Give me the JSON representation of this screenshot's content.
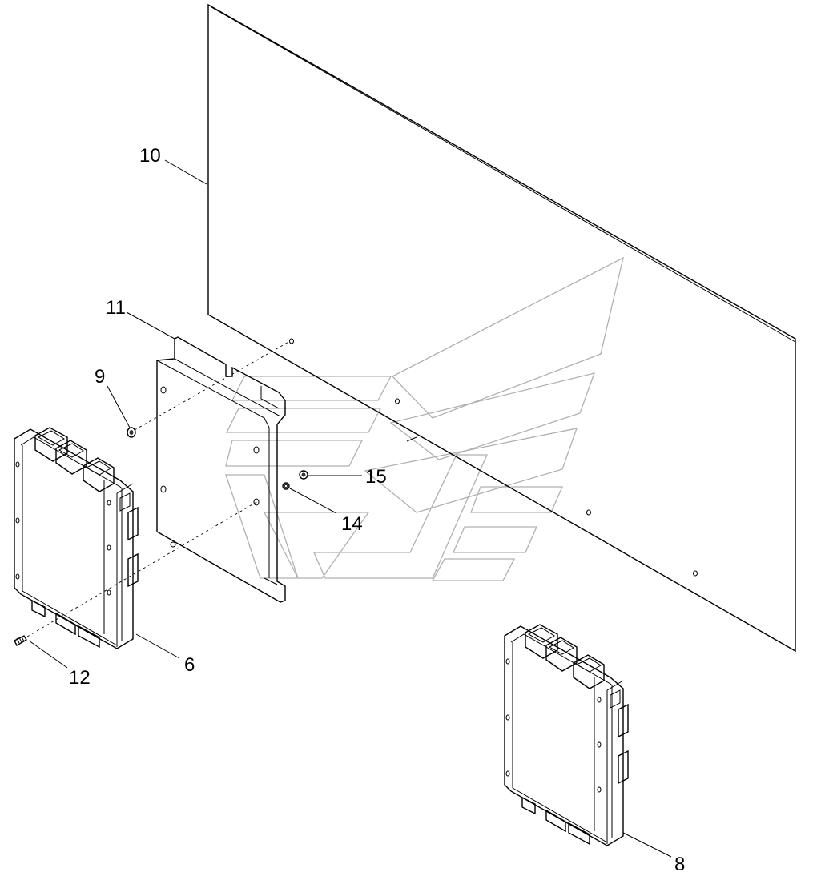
{
  "callouts": {
    "c6": "6",
    "c8": "8",
    "c9": "9",
    "c10": "10",
    "c11": "11",
    "c12": "12",
    "c14": "14",
    "c15": "15"
  }
}
